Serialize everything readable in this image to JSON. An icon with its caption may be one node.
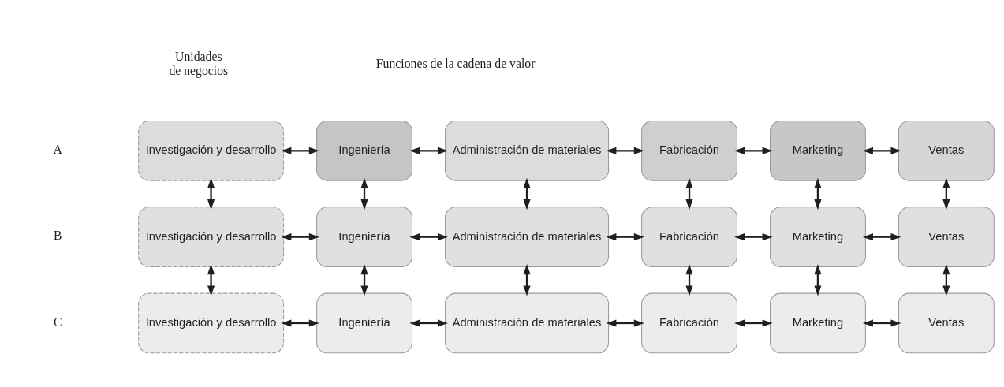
{
  "diagram": {
    "nodes": [
      {
        "text": [
          "Investigación y desarrollo"
        ]
      },
      {
        "text": [
          "Ingeniería"
        ]
      },
      {
        "text": [
          "Administración de materiales"
        ]
      },
      {
        "text": [
          "Fabricación"
        ]
      },
      {
        "text": [
          "Marketing"
        ]
      },
      {
        "text": [
          "Ventas"
        ]
      },
      {
        "text": [
          "Investigación y desarrollo"
        ]
      },
      {
        "text": [
          "Ingeniería"
        ]
      },
      {
        "text": [
          "Administración de materiales"
        ]
      },
      {
        "text": [
          "Fabricación"
        ]
      },
      {
        "text": [
          "Marketing"
        ]
      },
      {
        "text": [
          "Ventas"
        ]
      },
      {
        "text": [
          "Investigación y desarrollo"
        ]
      },
      {
        "text": [
          "Ingeniería"
        ]
      },
      {
        "text": [
          "Administración de materiales"
        ]
      },
      {
        "text": [
          "Fabricación"
        ]
      },
      {
        "text": [
          "Marketing"
        ]
      },
      {
        "text": [
          "Ventas"
        ]
      }
    ],
    "edges": [
      {
        "from": 0,
        "to": 1,
        "arrow": "both"
      },
      {
        "from": 1,
        "to": 2,
        "arrow": "both"
      },
      {
        "from": 2,
        "to": 3,
        "arrow": "both"
      },
      {
        "from": 3,
        "to": 4,
        "arrow": "both"
      },
      {
        "from": 4,
        "to": 5,
        "arrow": "both"
      },
      {
        "from": 0,
        "to": 6,
        "arrow": "both"
      },
      {
        "from": 1,
        "to": 7,
        "arrow": "both"
      },
      {
        "from": 2,
        "to": 8,
        "arrow": "both"
      },
      {
        "from": 3,
        "to": 9,
        "arrow": "both"
      },
      {
        "from": 4,
        "to": 10,
        "arrow": "both"
      },
      {
        "from": 5,
        "to": 11,
        "arrow": "both"
      },
      {
        "from": 6,
        "to": 7,
        "arrow": "both"
      },
      {
        "from": 7,
        "to": 8,
        "arrow": "both"
      },
      {
        "from": 8,
        "to": 9,
        "arrow": "both"
      },
      {
        "from": 9,
        "to": 10,
        "arrow": "both"
      },
      {
        "from": 10,
        "to": 11,
        "arrow": "both"
      },
      {
        "from": 6,
        "to": 12,
        "arrow": "both"
      },
      {
        "from": 7,
        "to": 13,
        "arrow": "both"
      },
      {
        "from": 8,
        "to": 14,
        "arrow": "both"
      },
      {
        "from": 9,
        "to": 15,
        "arrow": "both"
      },
      {
        "from": 10,
        "to": 16,
        "arrow": "both"
      },
      {
        "from": 11,
        "to": 17,
        "arrow": "both"
      },
      {
        "from": 12,
        "to": 13,
        "arrow": "both"
      },
      {
        "from": 13,
        "to": 14,
        "arrow": "both"
      },
      {
        "from": 14,
        "to": 15,
        "arrow": "both"
      },
      {
        "from": 15,
        "to": 16,
        "arrow": "both"
      },
      {
        "from": 16,
        "to": 17,
        "arrow": "both"
      }
    ],
    "labels": [
      "Unidades de negocios",
      "Funciones de la cadena de valor",
      "A",
      "B",
      "C"
    ]
  }
}
